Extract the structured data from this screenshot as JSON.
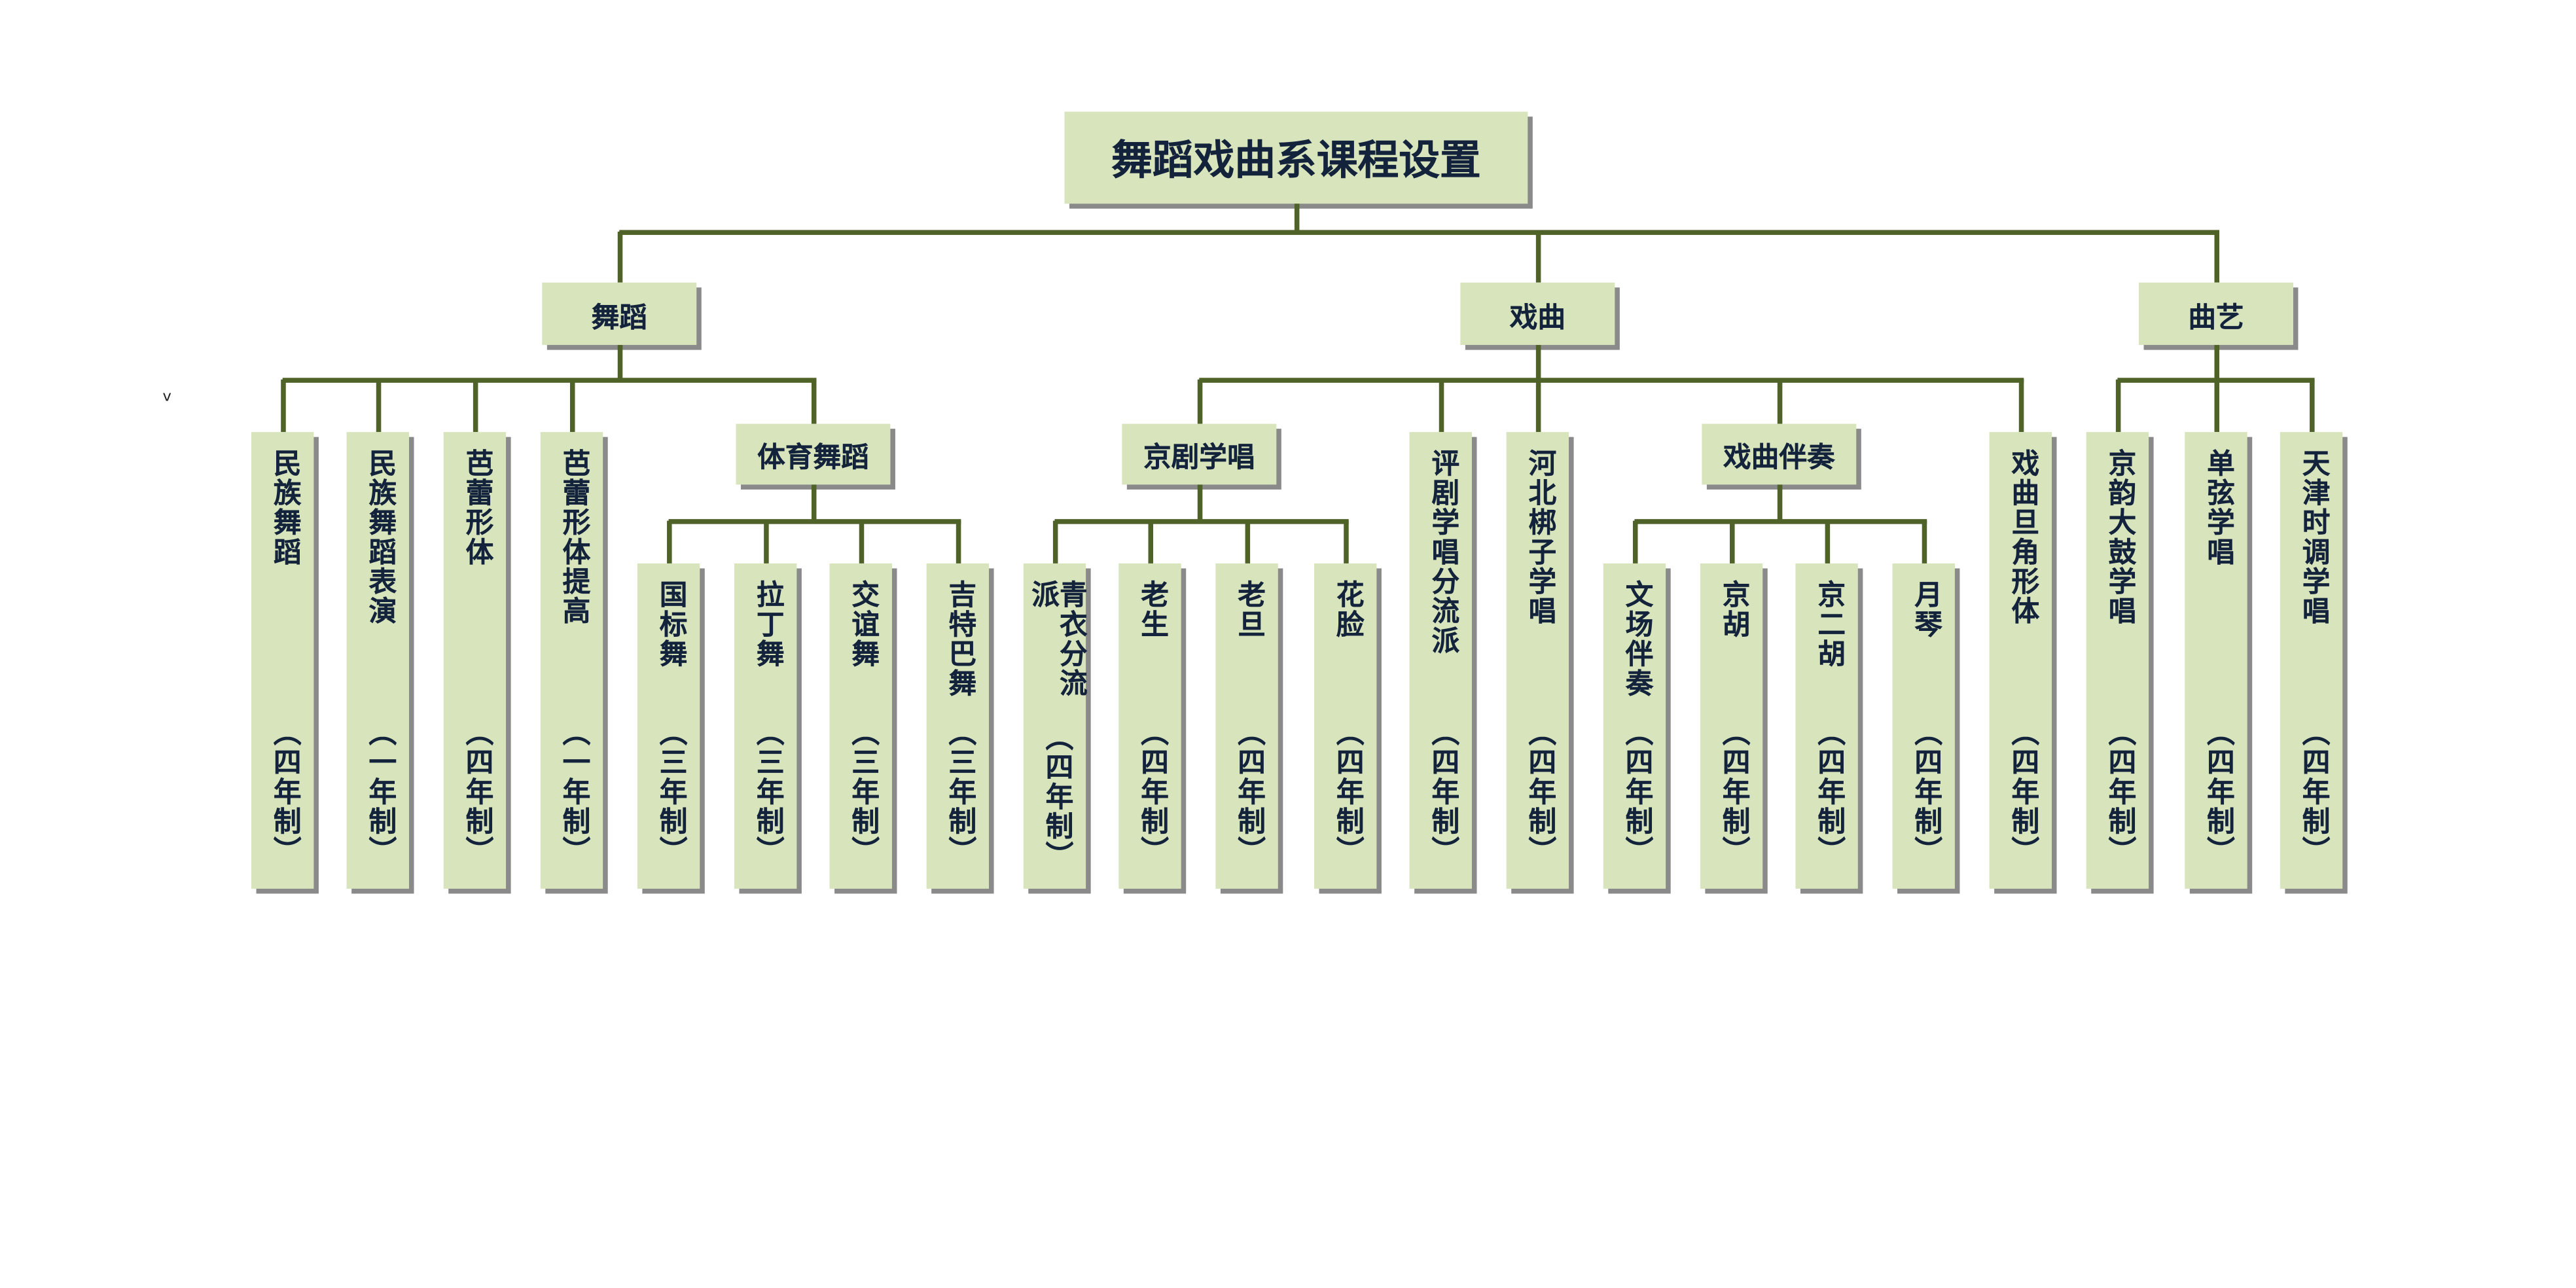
{
  "stray_mark": "v",
  "title": "舞蹈戏曲系课程设置",
  "categories": [
    {
      "label": "舞蹈",
      "children": [
        {
          "label": "民族舞蹈",
          "duration": "（四年制）"
        },
        {
          "label": "民族舞蹈表演",
          "duration": "（一年制）"
        },
        {
          "label": "芭蕾形体",
          "duration": "（四年制）"
        },
        {
          "label": "芭蕾形体提高",
          "duration": "（一年制）"
        },
        {
          "label": "体育舞蹈",
          "children": [
            {
              "label": "国标舞",
              "duration": "（三年制）"
            },
            {
              "label": "拉丁舞",
              "duration": "（三年制）"
            },
            {
              "label": "交谊舞",
              "duration": "（三年制）"
            },
            {
              "label": "吉特巴舞",
              "duration": "（三年制）"
            }
          ]
        }
      ]
    },
    {
      "label": "戏曲",
      "children": [
        {
          "label": "京剧学唱",
          "children": [
            {
              "label": "青衣分流派",
              "duration": "（四年制）"
            },
            {
              "label": "老生",
              "duration": "（四年制）"
            },
            {
              "label": "老旦",
              "duration": "（四年制）"
            },
            {
              "label": "花脸",
              "duration": "（四年制）"
            }
          ]
        },
        {
          "label": "评剧学唱分流派",
          "duration": "（四年制）"
        },
        {
          "label": "河北梆子学唱",
          "duration": "（四年制）"
        },
        {
          "label": "戏曲伴奏",
          "children": [
            {
              "label": "文场伴奏",
              "duration": "（四年制）"
            },
            {
              "label": "京胡",
              "duration": "（四年制）"
            },
            {
              "label": "京二胡",
              "duration": "（四年制）"
            },
            {
              "label": "月琴",
              "duration": "（四年制）"
            }
          ]
        },
        {
          "label": "戏曲旦角形体",
          "duration": "（四年制）"
        }
      ]
    },
    {
      "label": "曲艺",
      "children": [
        {
          "label": "京韵大鼓学唱",
          "duration": "（四年制）"
        },
        {
          "label": "单弦学唱",
          "duration": "（四年制）"
        },
        {
          "label": "天津时调学唱",
          "duration": "（四年制）"
        }
      ]
    }
  ]
}
